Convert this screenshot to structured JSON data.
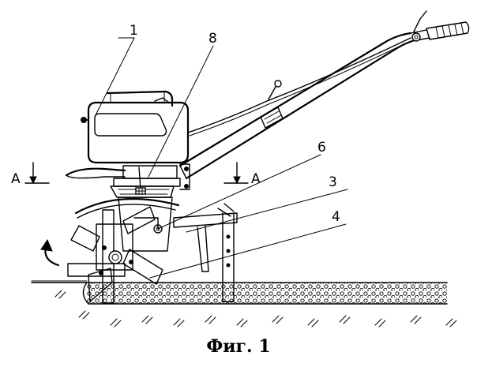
{
  "labels": {
    "l1": "1",
    "l8": "8",
    "l6": "6",
    "l3": "3",
    "l4": "4",
    "sectionLeft": "A",
    "sectionRight": "A"
  },
  "caption": "Фиг. 1"
}
